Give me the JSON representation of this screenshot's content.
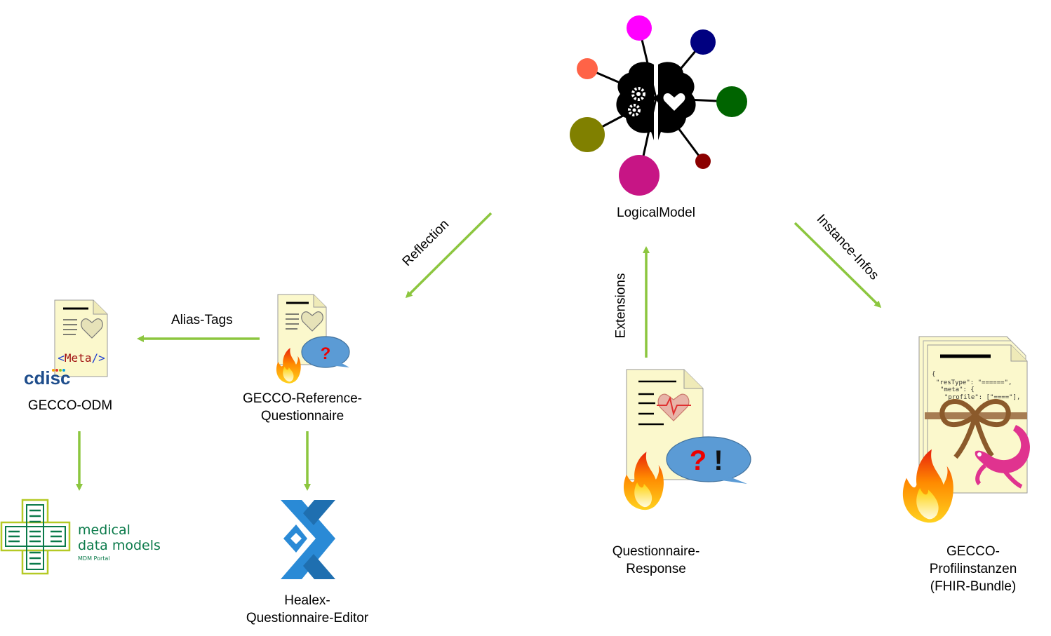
{
  "nodes": {
    "logical_model": "LogicalModel",
    "gecco_odm": "GECCO-ODM",
    "reference_questionnaire": "GECCO-Reference-\nQuestionnaire",
    "questionnaire_response": "Questionnaire-\nResponse",
    "profilinstanzen": "GECCO-\nProfilinstanzen\n(FHIR-Bundle)",
    "mdm": "medical\ndata models",
    "healex": "Healex-\nQuestionnaire-Editor"
  },
  "edges": {
    "reflection": "Reflection",
    "instance_infos": "Instance-Infos",
    "extensions": "Extensions",
    "alias_tags": "Alias-Tags"
  },
  "logos": {
    "cdisc": "cdisc",
    "meta_tag": "<Meta/>",
    "mdm_line1": "medical",
    "mdm_line2": "data models",
    "mdm_sub": "MDM Portal",
    "json_line1": "{",
    "json_line2": "\"resType\": \"======\",",
    "json_line3": "\"meta\": {",
    "json_line4": "\"profile\": [\"====\"],"
  },
  "colors": {
    "arrow": "#8cc63f",
    "doc_fill": "#fbf8cc",
    "bubble": "#5b9bd5",
    "question_mark": "#ff0000",
    "healex_blue": "#2a8ad6",
    "mdm_green": "#0a7a4a",
    "mdm_lime": "#b5c925",
    "cdisc_blue": "#1f4e8c",
    "bow": "#8b5a2b",
    "gecko": "#e0338f"
  }
}
